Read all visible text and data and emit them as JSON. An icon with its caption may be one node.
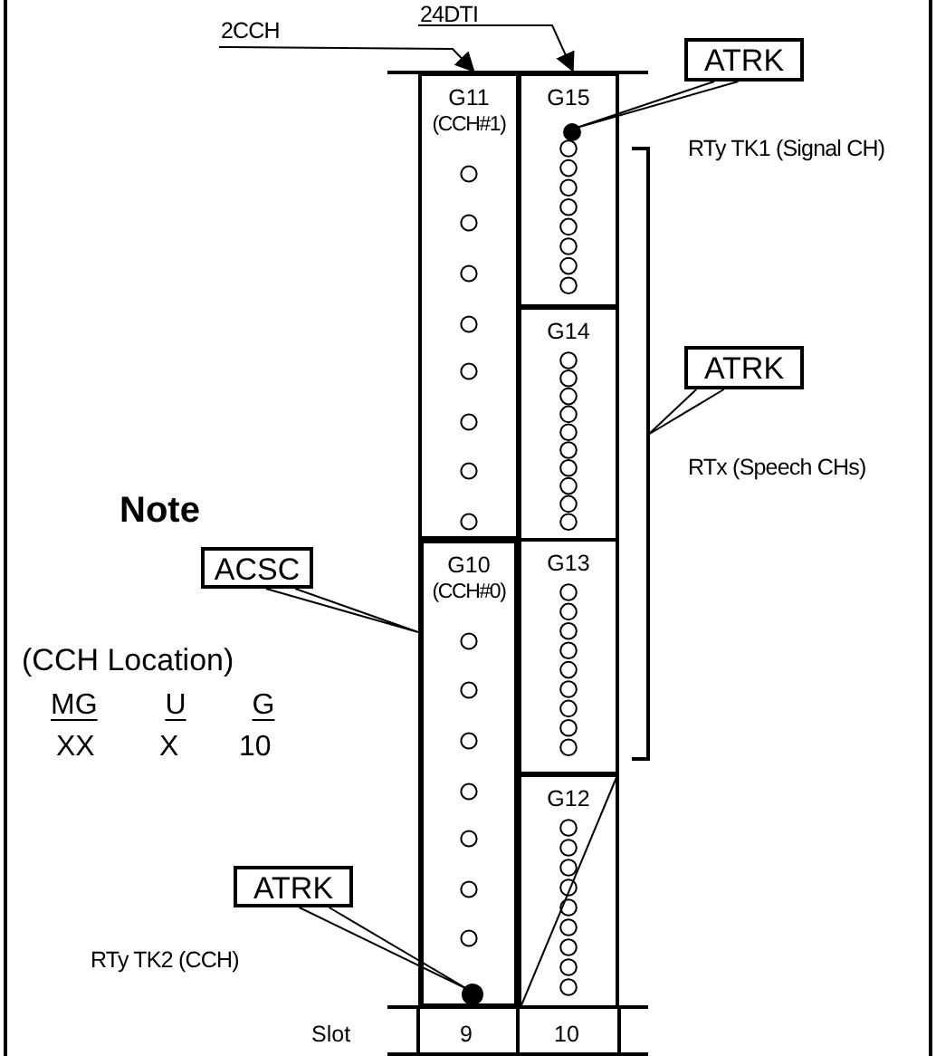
{
  "diagram": {
    "nodes": [
      {
        "text": [
          "2CCH"
        ]
      },
      {
        "text": [
          "24DTI"
        ]
      },
      {
        "text": [
          "G11",
          "(CCH#1)"
        ]
      },
      {
        "text": [
          "G15"
        ]
      },
      {
        "text": [],
        "shape": "circle",
        "in": 3
      },
      {
        "text": [
          "ATRK"
        ]
      },
      {
        "text": [
          "G14"
        ]
      },
      {
        "text": [
          "ATRK"
        ]
      },
      {
        "text": [
          "ACSC"
        ]
      },
      {
        "text": [
          "G10",
          "(CCH#0)"
        ]
      },
      {
        "text": [
          "G13"
        ]
      },
      {
        "text": [
          "G12"
        ]
      },
      {
        "text": [
          "ATRK"
        ]
      },
      {
        "text": [],
        "shape": "circle",
        "in": 9
      }
    ],
    "edges": [
      {
        "from": 0,
        "to": 2,
        "arrow": "to"
      },
      {
        "from": 1,
        "to": 3,
        "arrow": "to"
      },
      {
        "from": 5,
        "to": 4,
        "arrow": "none"
      },
      {
        "from": 7,
        "to": null,
        "arrow": "none"
      },
      {
        "from": 8,
        "to": 9,
        "arrow": "none"
      },
      {
        "from": 12,
        "to": 13,
        "arrow": "none"
      }
    ],
    "labels": [
      "RTy TK1 (Signal CH)",
      "RTx (Speech CHs)",
      "Note",
      "(CCH Location)",
      "MG",
      "U",
      "G",
      "XX",
      "X",
      "10",
      "RTy TK2 (CCH)",
      "Slot",
      "9",
      "10"
    ]
  }
}
